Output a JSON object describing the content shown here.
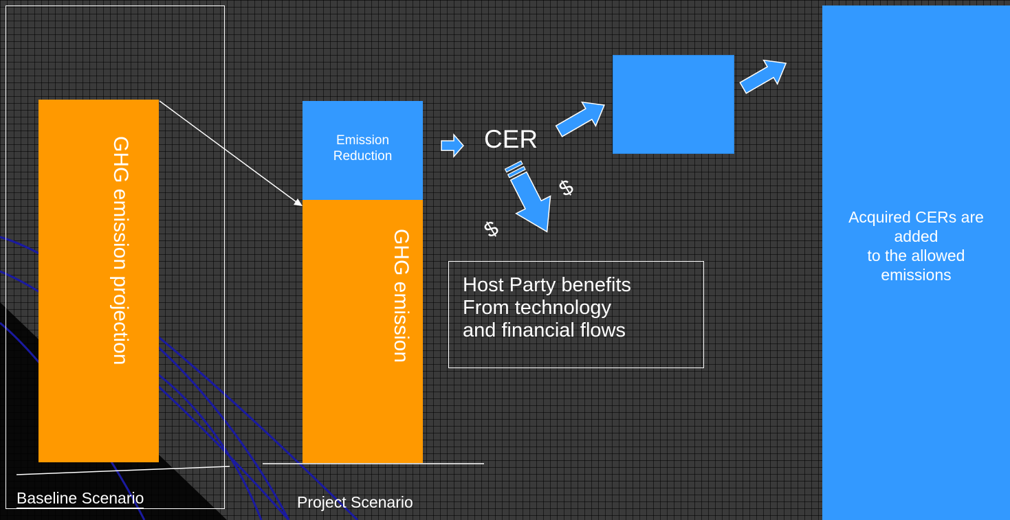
{
  "baseline": {
    "bar_label": "GHG emission projection",
    "scenario_label": "Baseline Scenario"
  },
  "project": {
    "reduction_label_line1": "Emission",
    "reduction_label_line2": "Reduction",
    "bar_label": "GHG emission",
    "scenario_label": "Project Scenario"
  },
  "cer": {
    "label": "CER",
    "dollar_left": "$",
    "dollar_right": "$"
  },
  "host": {
    "lines": [
      "Host Party benefits",
      "From technology",
      "and financial flows"
    ]
  },
  "acquired": {
    "lines": [
      "Acquired CERs are",
      "added",
      "to the allowed",
      "emissions"
    ]
  },
  "colors": {
    "orange": "#ff9900",
    "blue": "#3399ff",
    "background": "#3a3a3a"
  }
}
